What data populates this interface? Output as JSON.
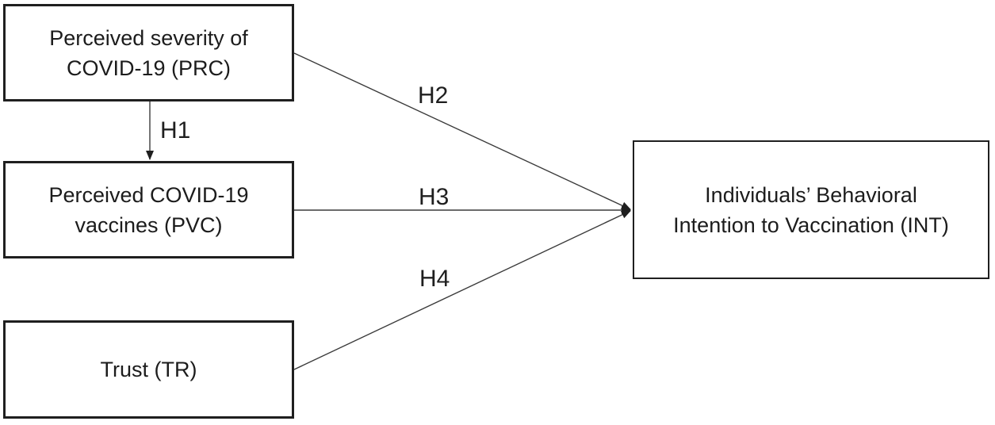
{
  "figure": {
    "background_color": "#ffffff",
    "box_border_color": "#1f1f1f",
    "arrow_color": "#3a3a3a",
    "text_color": "#1c1c1c"
  },
  "nodes": {
    "prc": {
      "lines": [
        "Perceived severity of",
        "COVID-19 (PRC)"
      ]
    },
    "pvc": {
      "lines": [
        "Perceived COVID-19",
        "vaccines (PVC)"
      ]
    },
    "tr": {
      "lines": [
        "Trust (TR)"
      ]
    },
    "int": {
      "lines": [
        "Individuals’ Behavioral",
        "Intention to Vaccination (INT)"
      ]
    }
  },
  "hypotheses": {
    "h1": {
      "label": "H1",
      "from": "PRC",
      "to": "PVC"
    },
    "h2": {
      "label": "H2",
      "from": "PRC",
      "to": "INT"
    },
    "h3": {
      "label": "H3",
      "from": "PVC",
      "to": "INT"
    },
    "h4": {
      "label": "H4",
      "from": "TR",
      "to": "INT"
    }
  }
}
